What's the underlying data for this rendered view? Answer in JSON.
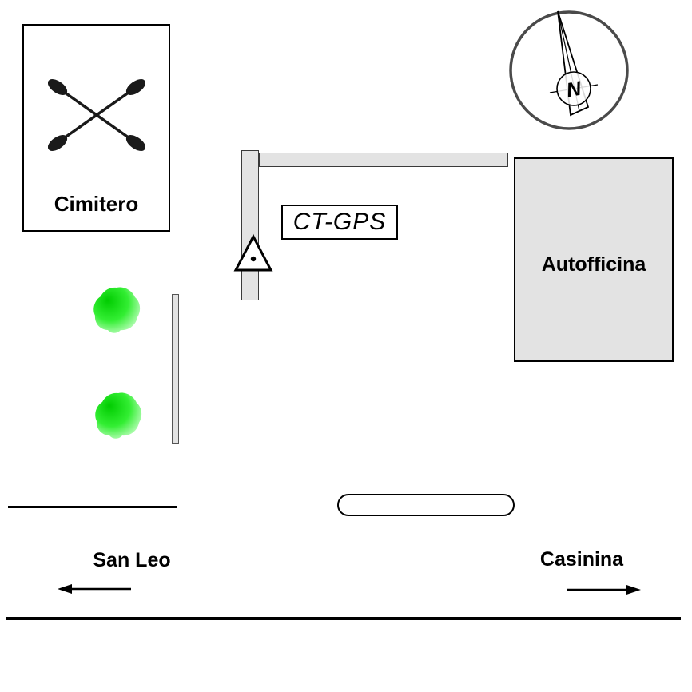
{
  "labels": {
    "cemetery": "Cimitero",
    "station": "CT-GPS",
    "garage": "Autofficina",
    "west_destination": "San Leo",
    "east_destination": "Casinina",
    "compass_north": "N"
  },
  "colors": {
    "road_fill": "#e3e3e3",
    "building_fill": "#e3e3e3",
    "tree_core": "#00cc00",
    "tree_mid": "#33ee33",
    "tree_edge": "#ccffcc",
    "outline": "#000000",
    "compass_ring": "#4a4a4a"
  }
}
